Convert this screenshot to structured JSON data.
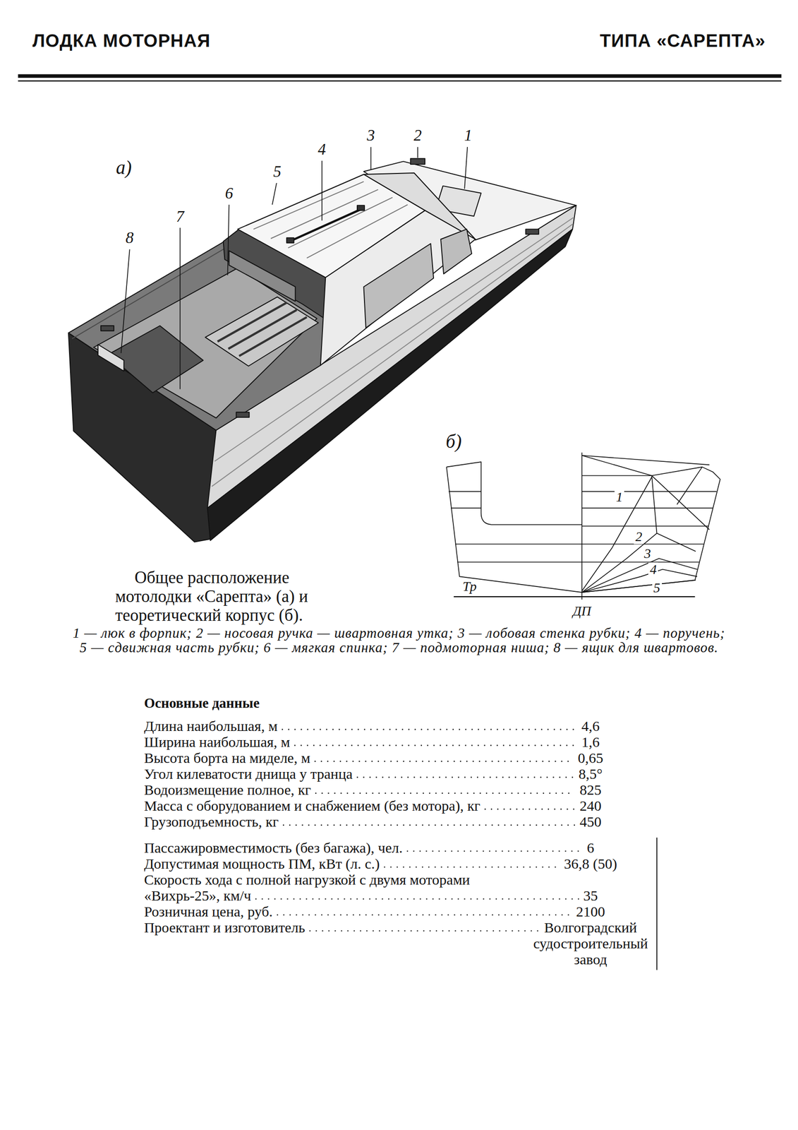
{
  "diagram": {
    "title": "ЛОДКА МОТОРНАЯ",
    "caption": "Общее расположение мотолодки «Сарепта» (а) и теоретический корпус (б).",
    "labels": [
      "ТИПА «САРЕПТА»",
      "а)",
      "1",
      "2",
      "3",
      "4",
      "5",
      "6",
      "7",
      "8",
      "б)",
      "1",
      "2",
      "3",
      "4",
      "5",
      "Тр",
      "ДП",
      "1 — люк в форпик; 2 — носовая ручка — швартовная утка; 3 — лобовая стенка рубки; 4 — поручень; 5 — сдвижная часть рубки; 6 — мягкая спинка; 7 — подмоторная ниша; 8 — ящик для швартовов.",
      "Основные данные",
      "Длина наибольшая, м",
      "4,6",
      "Ширина наибольшая, м",
      "1,6",
      "Высота борта на миделе, м",
      "0,65",
      "Угол килеватости днища у транца",
      "8,5°",
      "Водоизмещение полное, кг",
      "825",
      "Масса с оборудованием и снабжением (без мотора), кг",
      "240",
      "Грузоподъемность, кг",
      "450",
      "Пассажировместимость (без багажа), чел.",
      "6",
      "Допустимая мощность ПМ, кВт (л. с.)",
      "36,8 (50)",
      "Скорость хода с полной нагрузкой с двумя моторами «Вихрь-25», км/ч",
      "35",
      "Розничная цена, руб.",
      "2100",
      "Проектант и изготовитель",
      "Волгоградский судостроительный завод"
    ]
  }
}
